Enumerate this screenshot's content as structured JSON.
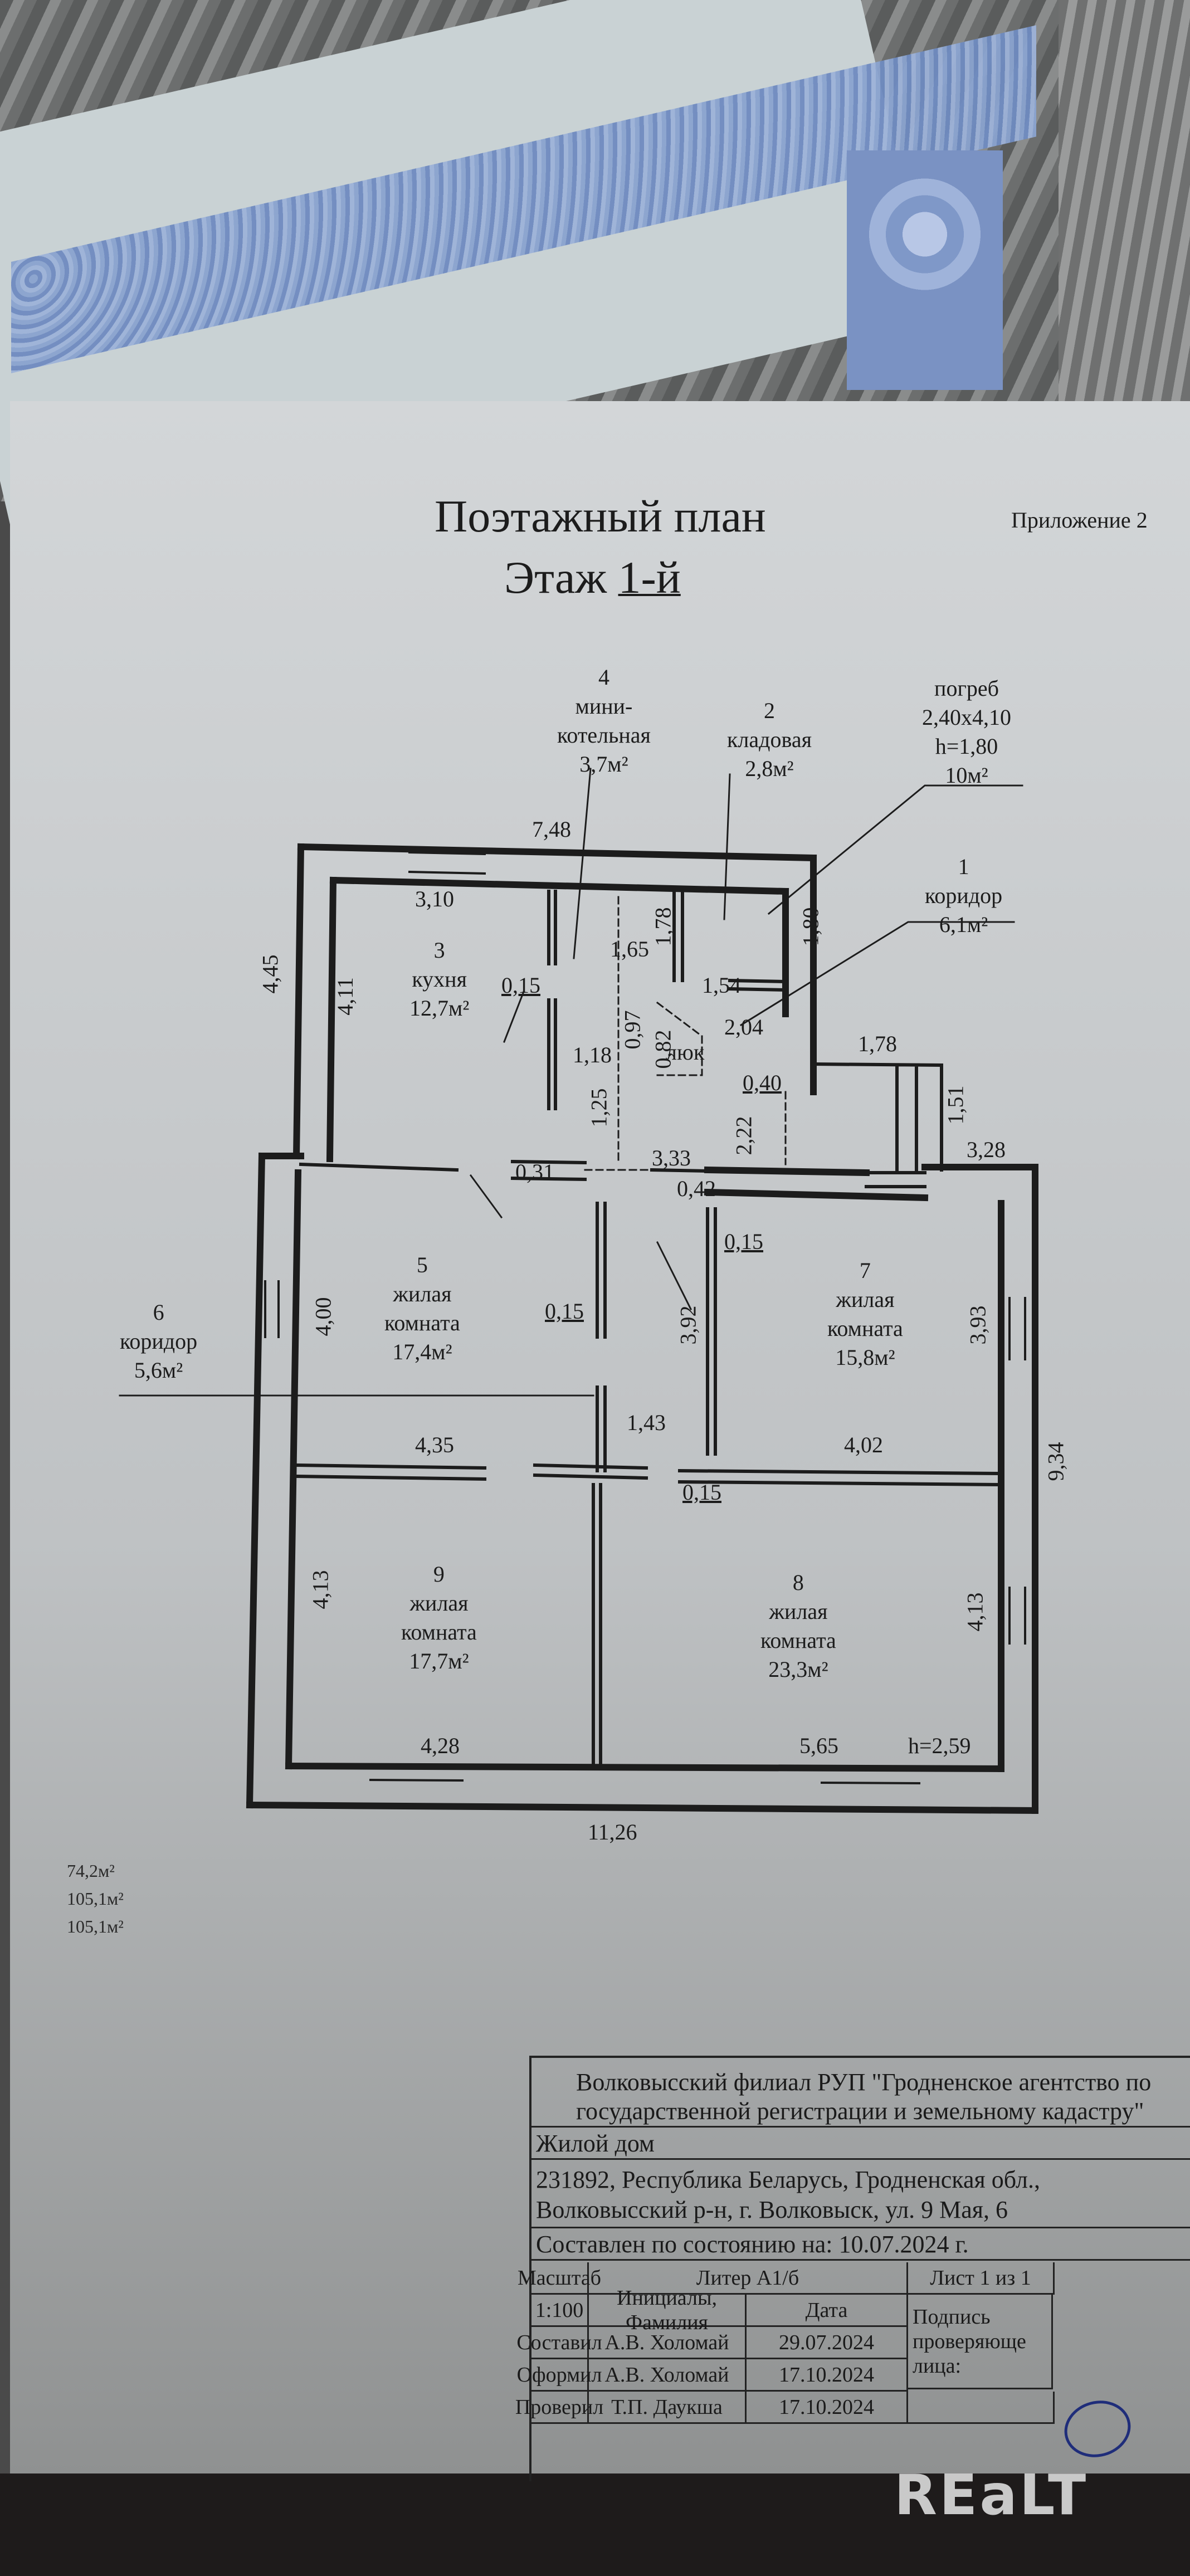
{
  "document": {
    "title": "Поэтажный план",
    "floor_prefix": "Этаж ",
    "floor_value": "1-й",
    "appendix": "Приложение 2"
  },
  "rooms": [
    {
      "num": "1",
      "name": "коридор",
      "area": "6,1м²"
    },
    {
      "num": "2",
      "name": "кладовая",
      "area": "2,8м²"
    },
    {
      "num": "3",
      "name": "кухня",
      "area": "12,7м²"
    },
    {
      "num": "4",
      "name_line1": "мини-",
      "name_line2": "котельная",
      "area": "3,7м²"
    },
    {
      "num": "5",
      "name_line1": "жилая",
      "name_line2": "комната",
      "area": "17,4м²"
    },
    {
      "num": "6",
      "name": "коридор",
      "area": "5,6м²"
    },
    {
      "num": "7",
      "name_line1": "жилая",
      "name_line2": "комната",
      "area": "15,8м²"
    },
    {
      "num": "8",
      "name_line1": "жилая",
      "name_line2": "комната",
      "area": "23,3м²"
    },
    {
      "num": "9",
      "name_line1": "жилая",
      "name_line2": "комната",
      "area": "17,7м²"
    }
  ],
  "cellar": {
    "name": "погреб",
    "size": "2,40х4,10",
    "height": "h=1,80",
    "area": "10м²"
  },
  "hatch_label": "люк",
  "dimensions": {
    "top_outer": "7,48",
    "kitchen_top": "3,10",
    "left_outer_top": "4,45",
    "kitchen_left": "4,11",
    "partition_015_a": "0,15",
    "d_165": "1,65",
    "d_178": "1,78",
    "d_180": "1,80",
    "d_154": "1,54",
    "d_204": "2,04",
    "d_097": "0,97",
    "d_082": "0,82",
    "d_118": "1,18",
    "d_125": "1,25",
    "d_040": "0,40",
    "d_222": "2,22",
    "porch_w": "1,78",
    "porch_h": "1,51",
    "right_top": "3,28",
    "d_031": "0,31",
    "d_333": "3,33",
    "d_042": "0,42",
    "partition_015_b": "0,15",
    "room5_left": "4,00",
    "partition_015_c": "0,15",
    "d_392": "3,92",
    "room7_right": "3,93",
    "room5_bottom": "4,35",
    "d_143": "1,43",
    "room7_bottom": "4,02",
    "right_outer": "9,34",
    "partition_015_d": "0,15",
    "room9_left": "4,13",
    "room8_right": "4,13",
    "room9_bottom": "4,28",
    "room8_bottom": "5,65",
    "ceiling_height": "h=2,59",
    "bottom_outer": "11,26"
  },
  "totals": [
    "74,2м²",
    "105,1м²",
    "105,1м²"
  ],
  "title_block": {
    "org_line1": "Волковысский филиал РУП \"Гродненское агентство по",
    "org_line2": "государственной регистрации и земельному кадастру\"",
    "object": "Жилой дом",
    "address_line1": "231892, Республика Беларусь, Гродненская обл.,",
    "address_line2": "Волковысский р-н, г. Волковыск, ул. 9 Мая, 6",
    "state_as_of": "Составлен по состоянию на: 10.07.2024 г.",
    "scale_label": "Масштаб",
    "scale_value": "1:100",
    "liter": "Литер А1/б",
    "sheet": "Лист 1 из 1",
    "col_name": "Инициалы, Фамилия",
    "col_date": "Дата",
    "signature_label_1": "Подпись",
    "signature_label_2": "проверяюще",
    "signature_label_3": "лица:",
    "rows": [
      {
        "role": "Составил",
        "name": "А.В. Холомай",
        "date": "29.07.2024"
      },
      {
        "role": "Оформил",
        "name": "А.В. Холомай",
        "date": "17.10.2024"
      },
      {
        "role": "Проверил",
        "name": "Т.П. Даукша",
        "date": "17.10.2024"
      }
    ]
  },
  "watermark": "REaLT",
  "colors": {
    "ink": "#1c1c1c",
    "signature": "#1f2d7a",
    "cert_blue": "#7f98c8"
  }
}
